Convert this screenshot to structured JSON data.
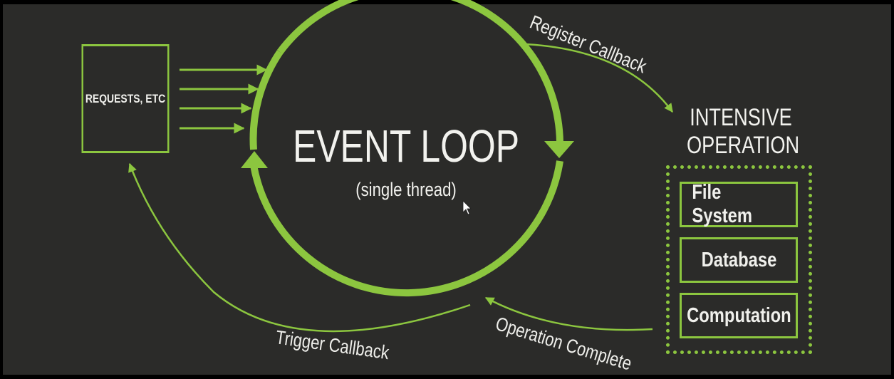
{
  "diagram": {
    "requests_label": "REQUESTS, ETC",
    "event_loop_title": "EVENT LOOP",
    "event_loop_subtitle": "(single thread)",
    "intensive_title_line1": "INTENSIVE",
    "intensive_title_line2": "OPERATION",
    "operations": [
      "File System",
      "Database",
      "Computation"
    ],
    "edges": {
      "register": "Register Callback",
      "operation_complete": "Operation Complete",
      "trigger": "Trigger Callback"
    }
  },
  "colors": {
    "background": "#2b2b29",
    "accent": "#8cc63f",
    "text": "#f0f0ec"
  }
}
